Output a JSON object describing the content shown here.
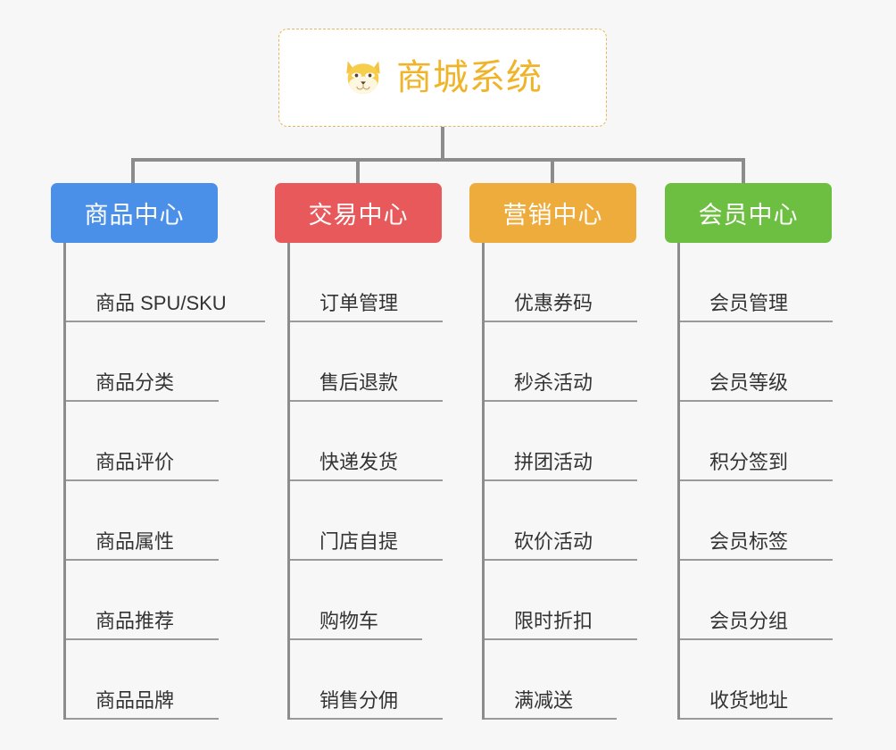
{
  "diagram": {
    "type": "mindmap",
    "background_color": "#f7f7f7",
    "root": {
      "title": "商城系统",
      "icon": "shiba-dog-icon",
      "text_color": "#f0b429",
      "border_color": "#e8b55c",
      "background_color": "#ffffff"
    },
    "branches": [
      {
        "label": "商品中心",
        "color": "#4a90e8",
        "items": [
          "商品 SPU/SKU",
          "商品分类",
          "商品评价",
          "商品属性",
          "商品推荐",
          "商品品牌"
        ]
      },
      {
        "label": "交易中心",
        "color": "#e8595b",
        "items": [
          "订单管理",
          "售后退款",
          "快递发货",
          "门店自提",
          "购物车",
          "销售分佣"
        ]
      },
      {
        "label": "营销中心",
        "color": "#eeac3c",
        "items": [
          "优惠券码",
          "秒杀活动",
          "拼团活动",
          "砍价活动",
          "限时折扣",
          "满减送"
        ]
      },
      {
        "label": "会员中心",
        "color": "#6cbf40",
        "items": [
          "会员管理",
          "会员等级",
          "积分签到",
          "会员标签",
          "会员分组",
          "收货地址"
        ]
      }
    ],
    "connector_color": "#8c8c8c",
    "leaf_line_color": "#9a9a9a",
    "leaf_text_color": "#333333"
  }
}
